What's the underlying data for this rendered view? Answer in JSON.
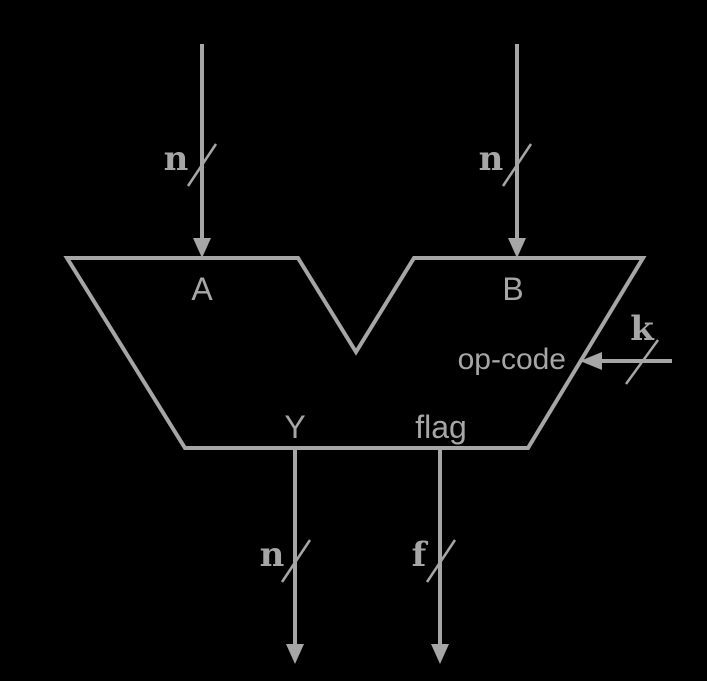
{
  "ports": {
    "input_a": "A",
    "input_b": "B",
    "output_y": "Y",
    "output_flag": "flag",
    "control": "op-code"
  },
  "bus_widths": {
    "a": "n",
    "b": "n",
    "op_code": "k",
    "y": "n",
    "flag": "f"
  },
  "colors": {
    "line": "#a6a6a6",
    "background": "#000000"
  }
}
